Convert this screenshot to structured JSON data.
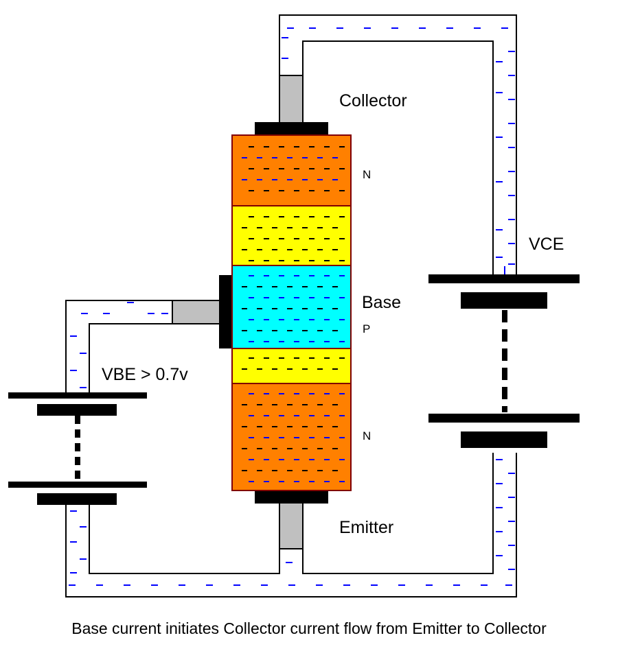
{
  "labels": {
    "collector": "Collector",
    "emitter": "Emitter",
    "base": "Base",
    "n_top": "N",
    "n_bottom": "N",
    "p": "P",
    "vce": "VCE",
    "vbe": "VBE > 0.7v"
  },
  "caption": "Base current initiates Collector current flow from Emitter to Collector",
  "colors": {
    "n_region": "#ff8000",
    "depletion": "#ffff00",
    "p_region": "#00ffff",
    "electron_blue": "#0000ff",
    "carrier_black": "#000000",
    "lead": "#c0c0c0",
    "outline": "#000000"
  }
}
